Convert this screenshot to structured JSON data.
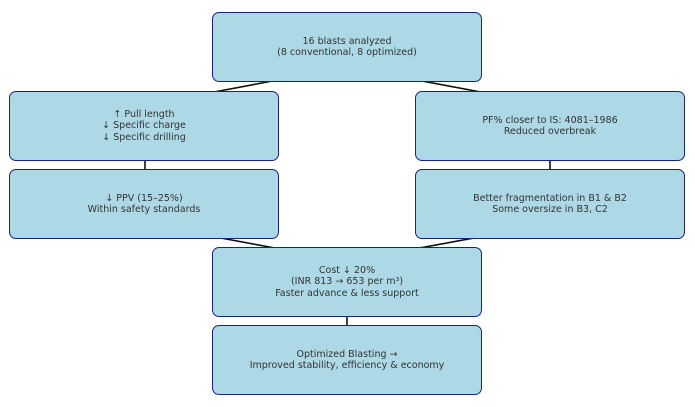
{
  "nodes": {
    "top": {
      "lines": [
        "16 blasts analyzed",
        "(8 conventional, 8 optimized)"
      ]
    },
    "left1": {
      "lines": [
        "↑ Pull length",
        "↓ Specific charge",
        "↓ Specific drilling"
      ]
    },
    "right1": {
      "lines": [
        "PF% closer to IS: 4081–1986",
        "Reduced overbreak"
      ]
    },
    "left2": {
      "lines": [
        "↓ PPV (15–25%)",
        "Within safety standards"
      ]
    },
    "right2": {
      "lines": [
        "Better fragmentation in B1 & B2",
        "Some oversize in B3, C2"
      ]
    },
    "cost": {
      "lines": [
        "Cost ↓ 20%",
        "(INR 813 → 653 per m³)",
        "Faster advance & less support"
      ]
    },
    "final": {
      "lines": [
        "Optimized Blasting →",
        "Improved stability, efficiency & economy"
      ]
    }
  },
  "colors": {
    "node_fill": "#add8e6",
    "node_border": "#1a237e",
    "text": "#333333",
    "arrow": "#111111"
  }
}
